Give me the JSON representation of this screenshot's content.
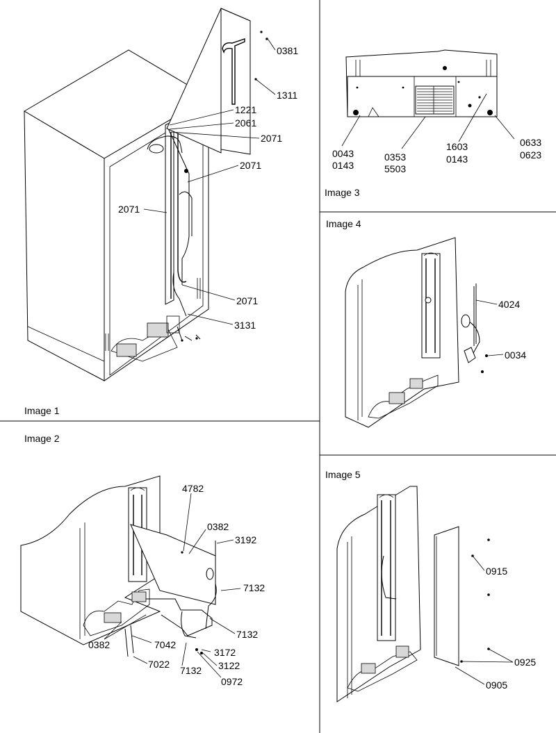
{
  "panels": {
    "image1": {
      "caption": "Image 1",
      "callouts": [
        "0381",
        "1311",
        "1221",
        "2061",
        "2071",
        "2071",
        "2071",
        "2071",
        "3131"
      ]
    },
    "image2": {
      "caption": "Image 2",
      "callouts": [
        "4782",
        "0382",
        "3192",
        "7132",
        "7132",
        "0382",
        "7042",
        "7022",
        "7132",
        "3172",
        "3122",
        "0972"
      ]
    },
    "image3": {
      "caption": "Image 3",
      "callouts": [
        "0043",
        "0143",
        "0353",
        "5503",
        "1603",
        "0143",
        "0633",
        "0623"
      ]
    },
    "image4": {
      "caption": "Image 4",
      "callouts": [
        "4024",
        "0034"
      ]
    },
    "image5": {
      "caption": "Image 5",
      "callouts": [
        "0915",
        "0925",
        "0905"
      ]
    }
  },
  "colors": {
    "line": "#000000",
    "background": "#ffffff",
    "shade": "#d8d8d8"
  }
}
